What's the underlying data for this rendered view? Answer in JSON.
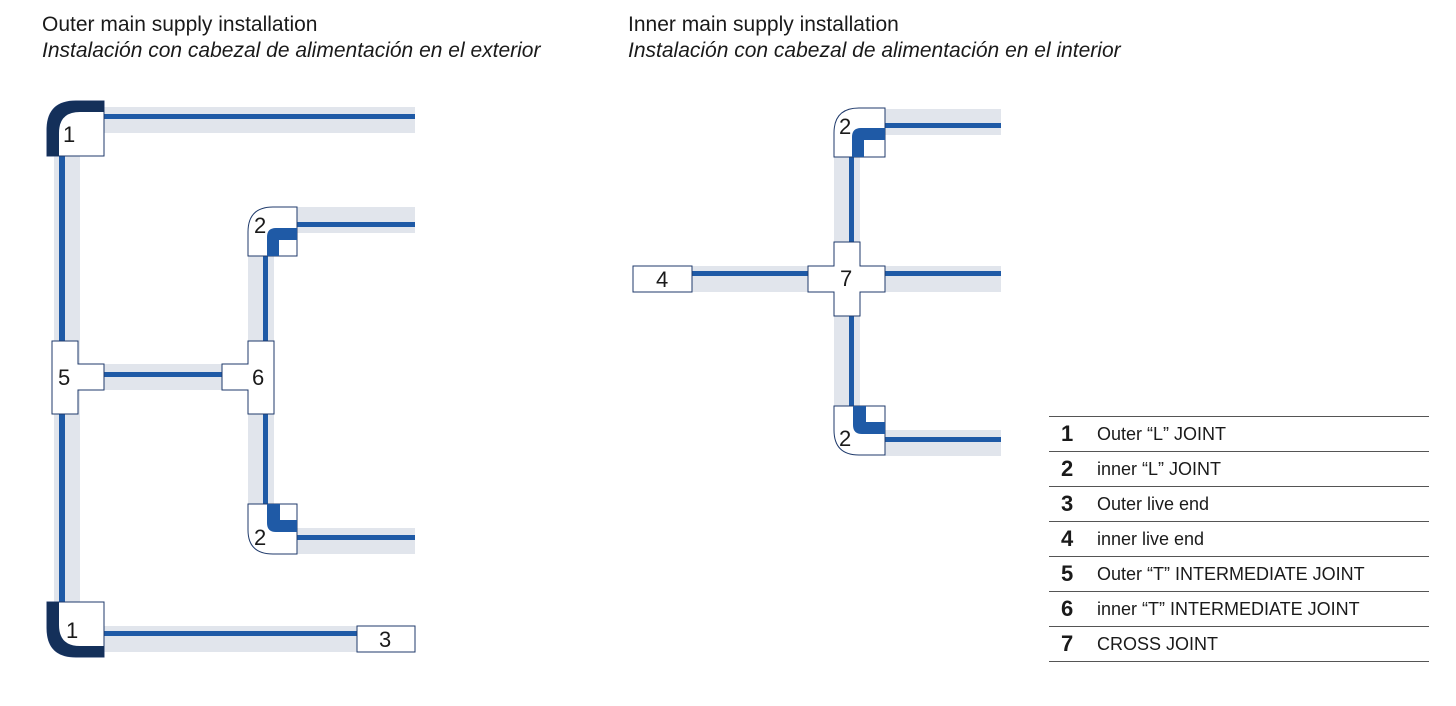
{
  "headings": {
    "outer": {
      "title": "Outer main supply installation",
      "subtitle": "Instalación con cabezal de alimentación en el exterior"
    },
    "inner": {
      "title": "Inner main supply installation",
      "subtitle": "Instalación con cabezal de alimentación en el interior"
    }
  },
  "colors": {
    "cable": "#1f5aa6",
    "cable_shadow": "#e1e5ec",
    "outer_joint": "#14305a",
    "box_border": "#1f3a6b"
  },
  "diagram_labels": {
    "outer": {
      "l_joint_top": "1",
      "l_joint_bottom": "1",
      "inner_l_top": "2",
      "inner_l_bottom": "2",
      "outer_t": "5",
      "inner_t": "6",
      "live_end": "3"
    },
    "inner": {
      "l_joint_top": "2",
      "l_joint_bottom": "2",
      "cross": "7",
      "live_end": "4"
    }
  },
  "legend": [
    {
      "num": "1",
      "text": "Outer “L” JOINT"
    },
    {
      "num": "2",
      "text": "inner “L” JOINT"
    },
    {
      "num": "3",
      "text": "Outer live end"
    },
    {
      "num": "4",
      "text": "inner live end"
    },
    {
      "num": "5",
      "text": "Outer “T” INTERMEDIATE JOINT"
    },
    {
      "num": "6",
      "text": "inner “T” INTERMEDIATE JOINT"
    },
    {
      "num": "7",
      "text": "CROSS JOINT"
    }
  ]
}
